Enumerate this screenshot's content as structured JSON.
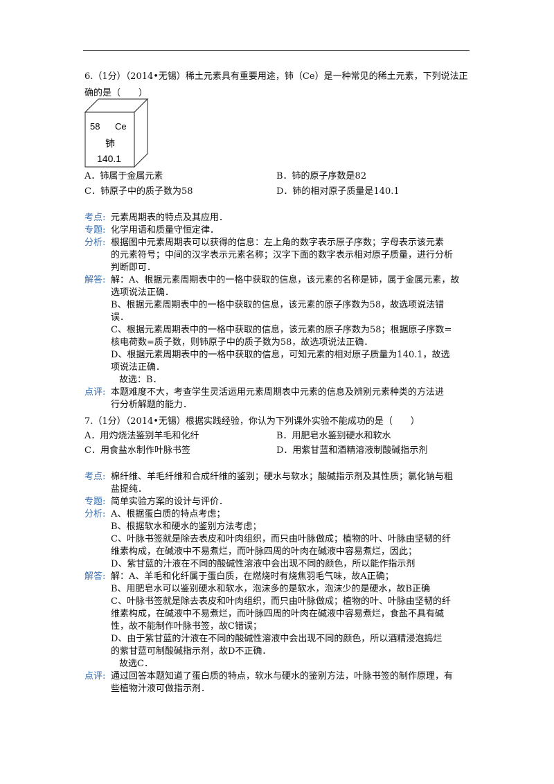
{
  "q6": {
    "stem_line1": "6.（1分）（2014•无锡）稀土元素具有重要用途，铈（Ce）是一种常见的稀土元素，下列说法正",
    "stem_line2": "确的是（　　）",
    "tile": {
      "number": "58",
      "symbol": "Ce",
      "name": "铈",
      "mass": "140.1"
    },
    "options": {
      "A": "A．铈属于金属元素",
      "B": "B．铈的原子序数是82",
      "C": "C．铈原子中的质子数为58",
      "D": "D．铈的相对原子质量是140.1"
    },
    "kaodian_label": "考点:",
    "kaodian": "元素周期表的特点及其应用．",
    "zhuanti_label": "专题:",
    "zhuanti": "化学用语和质量守恒定律．",
    "fenxi_label": "分析:",
    "fenxi": [
      "根据图中元素周期表可以获得的信息：左上角的数字表示原子序数；字母表示该元素",
      "的元素符号；中间的汉字表示元素名称；汉字下面的数字表示相对原子质量，进行分析",
      "判断即可．"
    ],
    "jieda_label": "解答:",
    "jieda": [
      "解：A、根据元素周期表中的一格中获取的信息，该元素的名称是铈，属于金属元素，故",
      "选项说法正确．",
      "B、根据元素周期表中的一格中获取的信息，该元素的原子序数为58，故选项说法错",
      "误．",
      "C、根据元素周期表中的一格中获取的信息，该元素的原子序数为58；根据原子序数=",
      "核电荷数=质子数，则铈原子中的质子数为58，故选项说法正确．",
      "D、根据元素周期表中的一格中获取的信息，可知元素的相对原子质量为140.1，故选",
      "项说法正确．",
      "故选：B．"
    ],
    "dianping_label": "点评:",
    "dianping": [
      "本题难度不大，考查学生灵活运用元素周期表中元素的信息及辨别元素种类的方法进",
      "行分析解题的能力．"
    ]
  },
  "q7": {
    "stem": "7.（1分）（2014•无锡）根据实践经验，你认为下列课外实验不能成功的是（　　）",
    "options": {
      "A": "A．用灼烧法鉴别羊毛和化纤",
      "B": "B．用肥皂水鉴别硬水和软水",
      "C": "C．用食盐水制作叶脉书签",
      "D": "D．用紫甘蓝和酒精溶液制酸碱指示剂"
    },
    "kaodian_label": "考点:",
    "kaodian": [
      "棉纤维、羊毛纤维和合成纤维的鉴别；硬水与软水；酸碱指示剂及其性质；氯化钠与粗",
      "盐提纯．"
    ],
    "zhuanti_label": "专题:",
    "zhuanti": "简单实验方案的设计与评价．",
    "fenxi_label": "分析:",
    "fenxi": [
      "A、根据蛋白质的特点考虑；",
      "B、根据软水和硬水的鉴别方法考虑；",
      "C、叶脉书签就是除去表皮和叶肉组织，而只由叶脉做成；植物的叶、叶脉由坚韧的纤",
      "维素构成，在碱液中不易煮烂，而叶脉四周的叶肉在碱液中容易煮烂，因此；",
      "D、紫甘蓝的汁液在不同的酸碱性溶液中会出现不同的颜色，所以能作指示剂"
    ],
    "jieda_label": "解答:",
    "jieda": [
      "解：A、羊毛和化纤属于蛋白质，在燃烧时有烧焦羽毛气味，故A正确；",
      "B、用肥皂水可以鉴别硬水和软水，泡沫多的是软水，泡沫少的是硬水，故B正确",
      "C、叶脉书签就是除去表皮和叶肉组织，而只由叶脉做成；植物的叶、叶脉由坚韧的纤",
      "维素构成，在碱液中不易煮烂，而叶脉四周的叶肉在碱液中容易煮烂，食盐不具有碱",
      "性，故不能制作叶脉书签，故C错误；",
      "D、由于紫甘蓝的汁液在不同的酸碱性溶液中会出现不同的颜色，所以酒精浸泡捣烂",
      "的紫甘蓝可制酸碱指示剂，故D不正确．",
      "故选C．"
    ],
    "dianping_label": "点评:",
    "dianping": [
      "通过回答本题知道了蛋白质的特点，软水与硬水的鉴别方法，叶脉书签的制作原理，有",
      "些植物汁液可做指示剂．"
    ]
  }
}
